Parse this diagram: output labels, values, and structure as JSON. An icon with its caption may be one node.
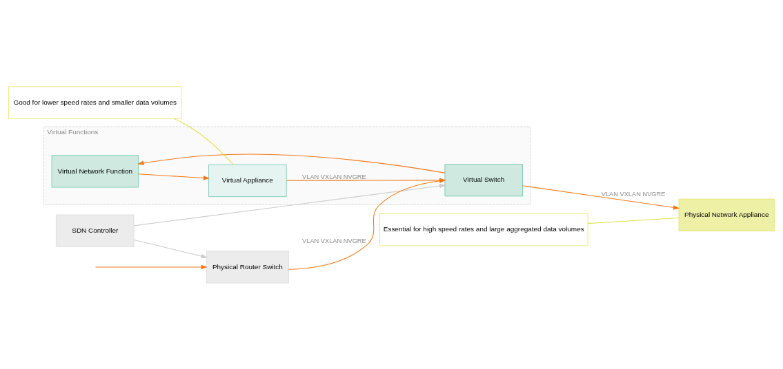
{
  "diagram": {
    "nodes": [
      {
        "text": [
          "Virtual Functions"
        ]
      },
      {
        "text": [
          "SDN Controller"
        ]
      },
      {
        "text": [
          "Virtual Network Function"
        ],
        "in": 0
      },
      {
        "text": [
          "Virtual Appliance"
        ],
        "in": 0
      },
      {
        "text": [
          "Virtual Switch"
        ],
        "in": 0
      },
      {
        "text": [
          "Physical Router Switch"
        ]
      },
      {
        "text": [
          "Physical Network Appliance"
        ]
      },
      {
        "text": [
          "Good for lower speed rates and smaller data volumes"
        ]
      },
      {
        "text": [
          "Essential for high speed rates and large aggregated data volumes"
        ]
      }
    ],
    "edges": [
      {
        "from": null,
        "to": 5,
        "arrow": "to"
      },
      {
        "from": 5,
        "to": 4,
        "arrow": "to",
        "label": "VLAN VXLAN NVGRE"
      },
      {
        "from": 4,
        "to": 2,
        "arrow": "to"
      },
      {
        "from": 2,
        "to": 3,
        "arrow": "to"
      },
      {
        "from": 3,
        "to": 4,
        "arrow": "to",
        "label": "VLAN VXLAN NVGRE"
      },
      {
        "from": 4,
        "to": 6,
        "arrow": "to",
        "label": "VLAN VXLAN NVGRE"
      },
      {
        "from": 1,
        "to": 5,
        "arrow": "to",
        "color": "#cccccc"
      },
      {
        "from": 1,
        "to": 4,
        "arrow": "to",
        "color": "#cccccc"
      },
      {
        "from": 7,
        "to": 3,
        "arrow": "none",
        "color": "#dde04a"
      },
      {
        "from": 8,
        "to": 6,
        "arrow": "none",
        "color": "#dde04a"
      }
    ]
  }
}
